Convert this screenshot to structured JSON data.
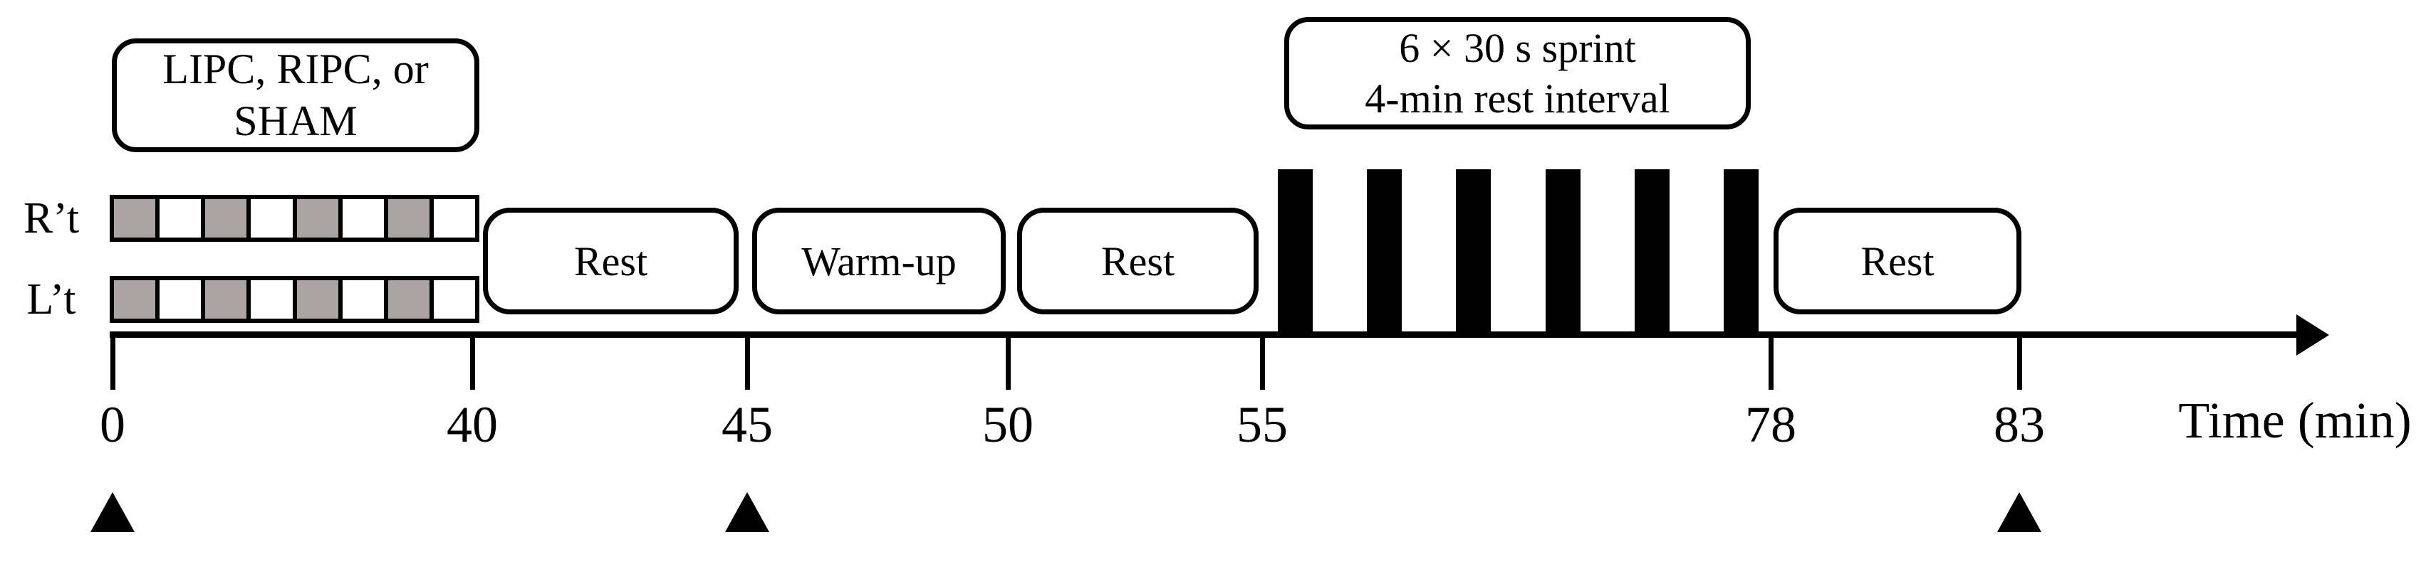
{
  "colors": {
    "ink": "#000000",
    "background": "#ffffff",
    "occlusion_fill": "#a9a4a1",
    "release_fill": "#ffffff"
  },
  "intervention_box": {
    "line1": "LIPC, RIPC, or",
    "line2": "SHAM"
  },
  "sprint_box": {
    "line1": "6 × 30 s sprint",
    "line2": "4-min rest interval"
  },
  "cuff_rows": [
    {
      "label": "R’t",
      "pattern": [
        "occluded",
        "released",
        "occluded",
        "released",
        "occluded",
        "released",
        "occluded",
        "released"
      ]
    },
    {
      "label": "L’t",
      "pattern": [
        "occluded",
        "released",
        "occluded",
        "released",
        "occluded",
        "released",
        "occluded",
        "released"
      ]
    }
  ],
  "phase_boxes": [
    {
      "label": "Rest"
    },
    {
      "label": "Warm-up"
    },
    {
      "label": "Rest"
    },
    {
      "label": "Rest"
    }
  ],
  "sprint_bars": {
    "count": 6
  },
  "axis": {
    "label": "Time (min)",
    "tick_labels": [
      "0",
      "40",
      "45",
      "50",
      "55",
      "78",
      "83"
    ],
    "marker_tick_labels": [
      "0",
      "45",
      "83"
    ]
  }
}
